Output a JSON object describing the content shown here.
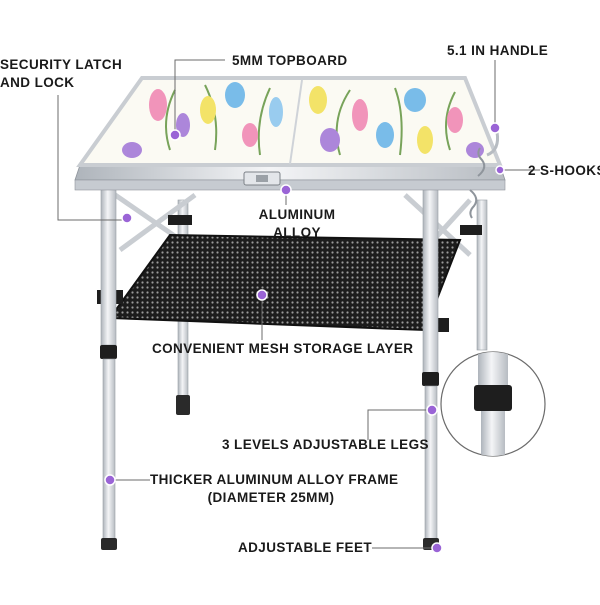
{
  "callouts": {
    "security_latch": {
      "line1": "SECURITY LATCH",
      "line2": "AND LOCK"
    },
    "topboard": "5MM TOPBOARD",
    "handle": "5.1 IN HANDLE",
    "s_hooks": "2 S-HOOKS",
    "aluminum": {
      "line1": "ALUMINUM",
      "line2": "ALLOY"
    },
    "mesh": "CONVENIENT MESH STORAGE LAYER",
    "legs": "3 LEVELS ADJUSTABLE LEGS",
    "frame": {
      "line1": "THICKER ALUMINUM ALLOY FRAME",
      "line2": "(DIAMETER 25MM)"
    },
    "feet": "ADJUSTABLE FEET"
  },
  "colors": {
    "marker_dot": "#9a64d6",
    "leader_line": "#6b6b6b",
    "frame_metal": "#d9dde2",
    "mesh_fill": "#1c1c1c",
    "tabletop_base": "#fbfaf3"
  },
  "icons": {
    "marker": "purple-dot",
    "magnifier": "zoom-circle"
  }
}
